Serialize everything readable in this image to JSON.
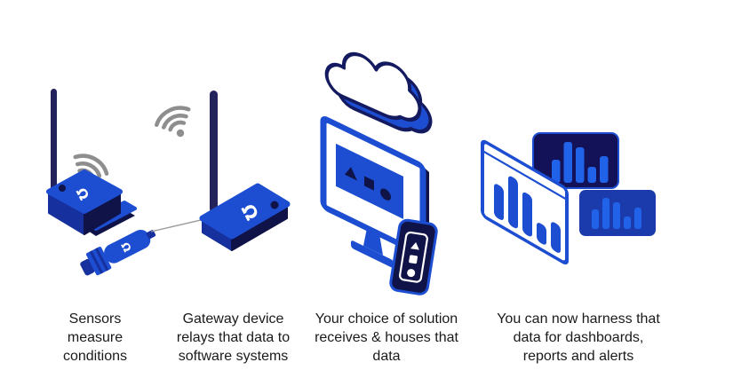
{
  "colors": {
    "primary_blue": "#1D4ED2",
    "mid_blue": "#16309E",
    "deep_navy": "#0F1347",
    "navy_outline": "#141A60",
    "antenna_navy": "#23225A",
    "card_navy": "#131258",
    "card_blue": "#1B3BAD",
    "bar_blue": "#2163E8",
    "wifi_gray": "#8E8E8E",
    "wire_gray": "#9A9A9A",
    "text": "#1A1A1A"
  },
  "logos": {
    "omega": "Ω"
  },
  "steps": [
    {
      "name": "sensors",
      "caption_lines": [
        "Sensors",
        "measure",
        "conditions"
      ]
    },
    {
      "name": "gateway",
      "caption_lines": [
        "Gateway device",
        "relays that data to",
        "software systems"
      ]
    },
    {
      "name": "solution",
      "caption_lines": [
        "Your choice of solution",
        "receives & houses that",
        "data"
      ]
    },
    {
      "name": "dashboards",
      "caption_lines": [
        "You can now harness that",
        "data for dashboards,",
        "reports and alerts"
      ]
    }
  ],
  "dashboard": {
    "main_panel_bars": [
      38,
      56,
      47,
      22,
      32
    ],
    "navy_card_bars": [
      26,
      46,
      40,
      18,
      30
    ],
    "blue_card_bars": [
      22,
      35,
      30,
      14,
      24
    ]
  }
}
